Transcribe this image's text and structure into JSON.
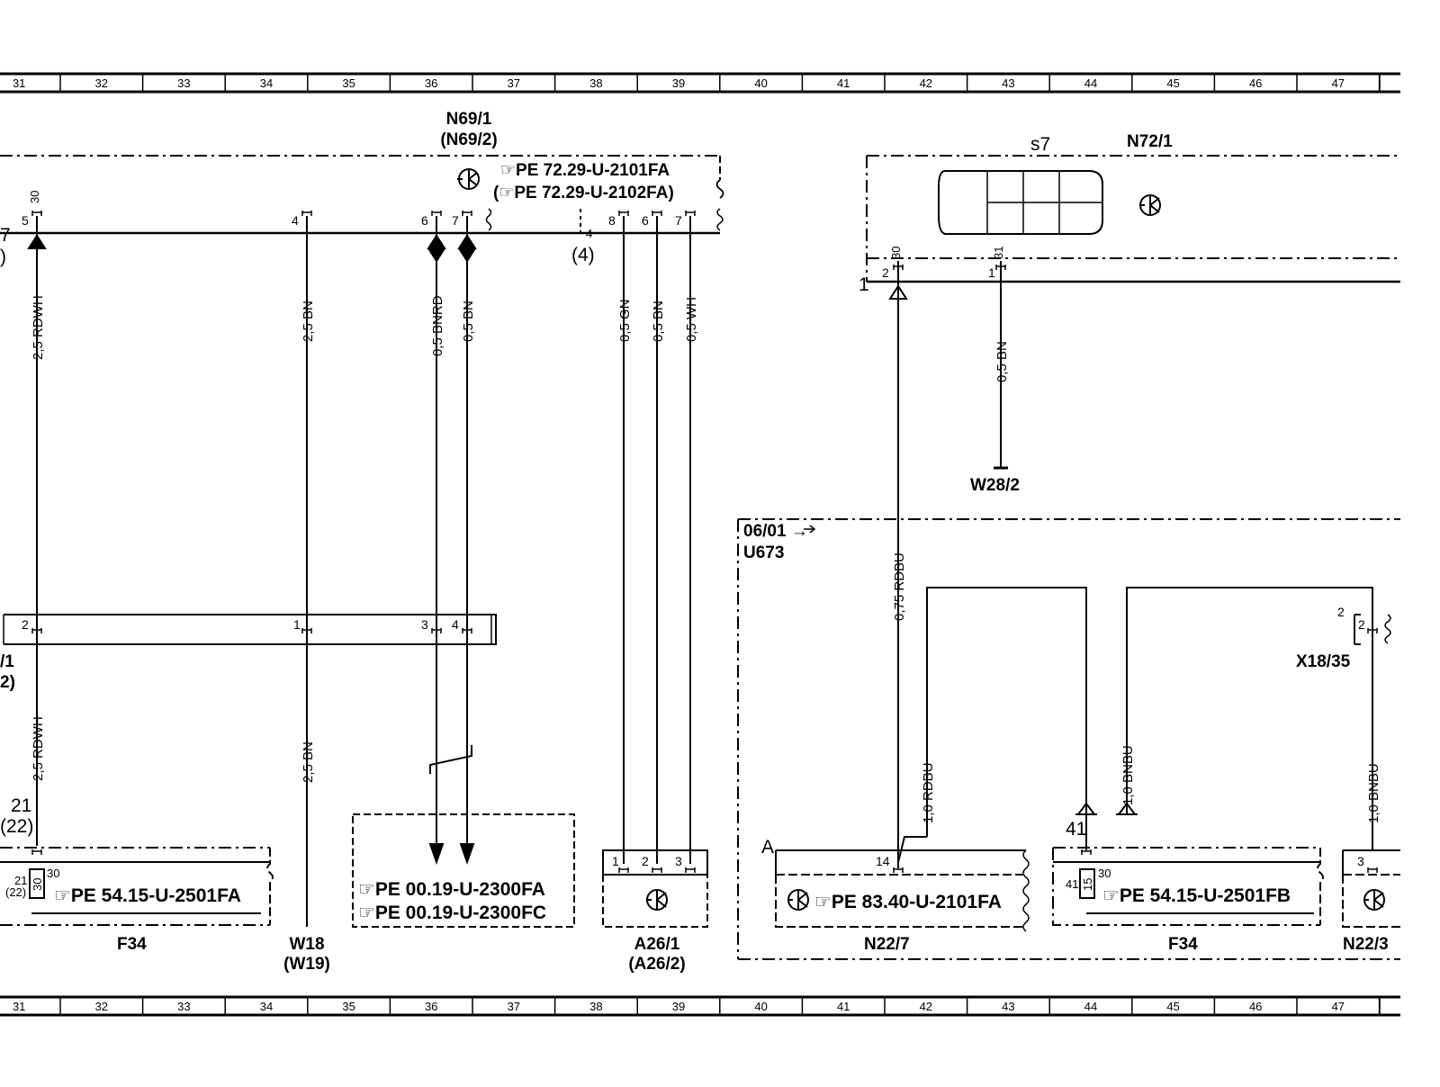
{
  "ruler": {
    "columns": [
      "31",
      "32",
      "33",
      "34",
      "35",
      "36",
      "37",
      "38",
      "39",
      "40",
      "41",
      "42",
      "43",
      "44",
      "45",
      "46",
      "47"
    ]
  },
  "components": {
    "n69": {
      "label": "N69/1",
      "alt": "(N69/2)",
      "ref1": "☞PE  72.29-U-2101FA",
      "ref2": "(☞PE  72.29-U-2102FA)"
    },
    "n72": {
      "label": "N72/1",
      "s7": "s7"
    },
    "w28": {
      "label": "W28/2"
    },
    "u673": {
      "title": "06/01 →",
      "code": "U673"
    },
    "x18": {
      "label": "X18/35"
    },
    "f34_left": {
      "label": "F34",
      "ref": "☞PE  54.15-U-2501FA"
    },
    "w18": {
      "label": "W18",
      "alt": "(W19)"
    },
    "pe00": {
      "ref1": "☞PE  00.19-U-2300FA",
      "ref2": "☞PE  00.19-U-2300FC"
    },
    "a26": {
      "label": "A26/1",
      "alt": "(A26/2)"
    },
    "n22_7": {
      "label": "N22/7",
      "ref": "☞PE  83.40-U-2101FA",
      "marker": "A"
    },
    "f34_right": {
      "label": "F34",
      "ref": "☞PE  54.15-U-2501FB"
    },
    "n22_3": {
      "label": "N22/3"
    },
    "left_edge": {
      "top7": "7",
      "topparen": ")",
      "mid1": "/1",
      "mid2": "2)"
    }
  },
  "wires": {
    "rdwh_top": "2,5  RDWH",
    "bn_top": "2,5  BN",
    "bnrd": "0,5  BNRD",
    "bn05": "0,5  BN",
    "gn": "0,5  GN",
    "bn_a26": "0,5  BN",
    "wh": "0,5  WH",
    "bn_w28": "0,5  BN",
    "rdwh_bot": "2,5  RDWH",
    "bn_bot": "2,5  BN",
    "rdbu075": "0,75  RDBU",
    "rdbu10": "1,0  RDBU",
    "bnbu10a": "1,0  BNBU",
    "bnbu10b": "1,0  BNBU"
  },
  "pins": {
    "p30": "30",
    "p5": "5",
    "p4": "4",
    "p6": "6",
    "p7": "7",
    "p8": "8",
    "p4b": "4",
    "p4paren": "(4)",
    "p2": "2",
    "p1": "1",
    "p3": "3",
    "p31": "31",
    "p14": "14",
    "p41": "41",
    "p21": "21",
    "p22": "(22)",
    "p15": "15"
  }
}
